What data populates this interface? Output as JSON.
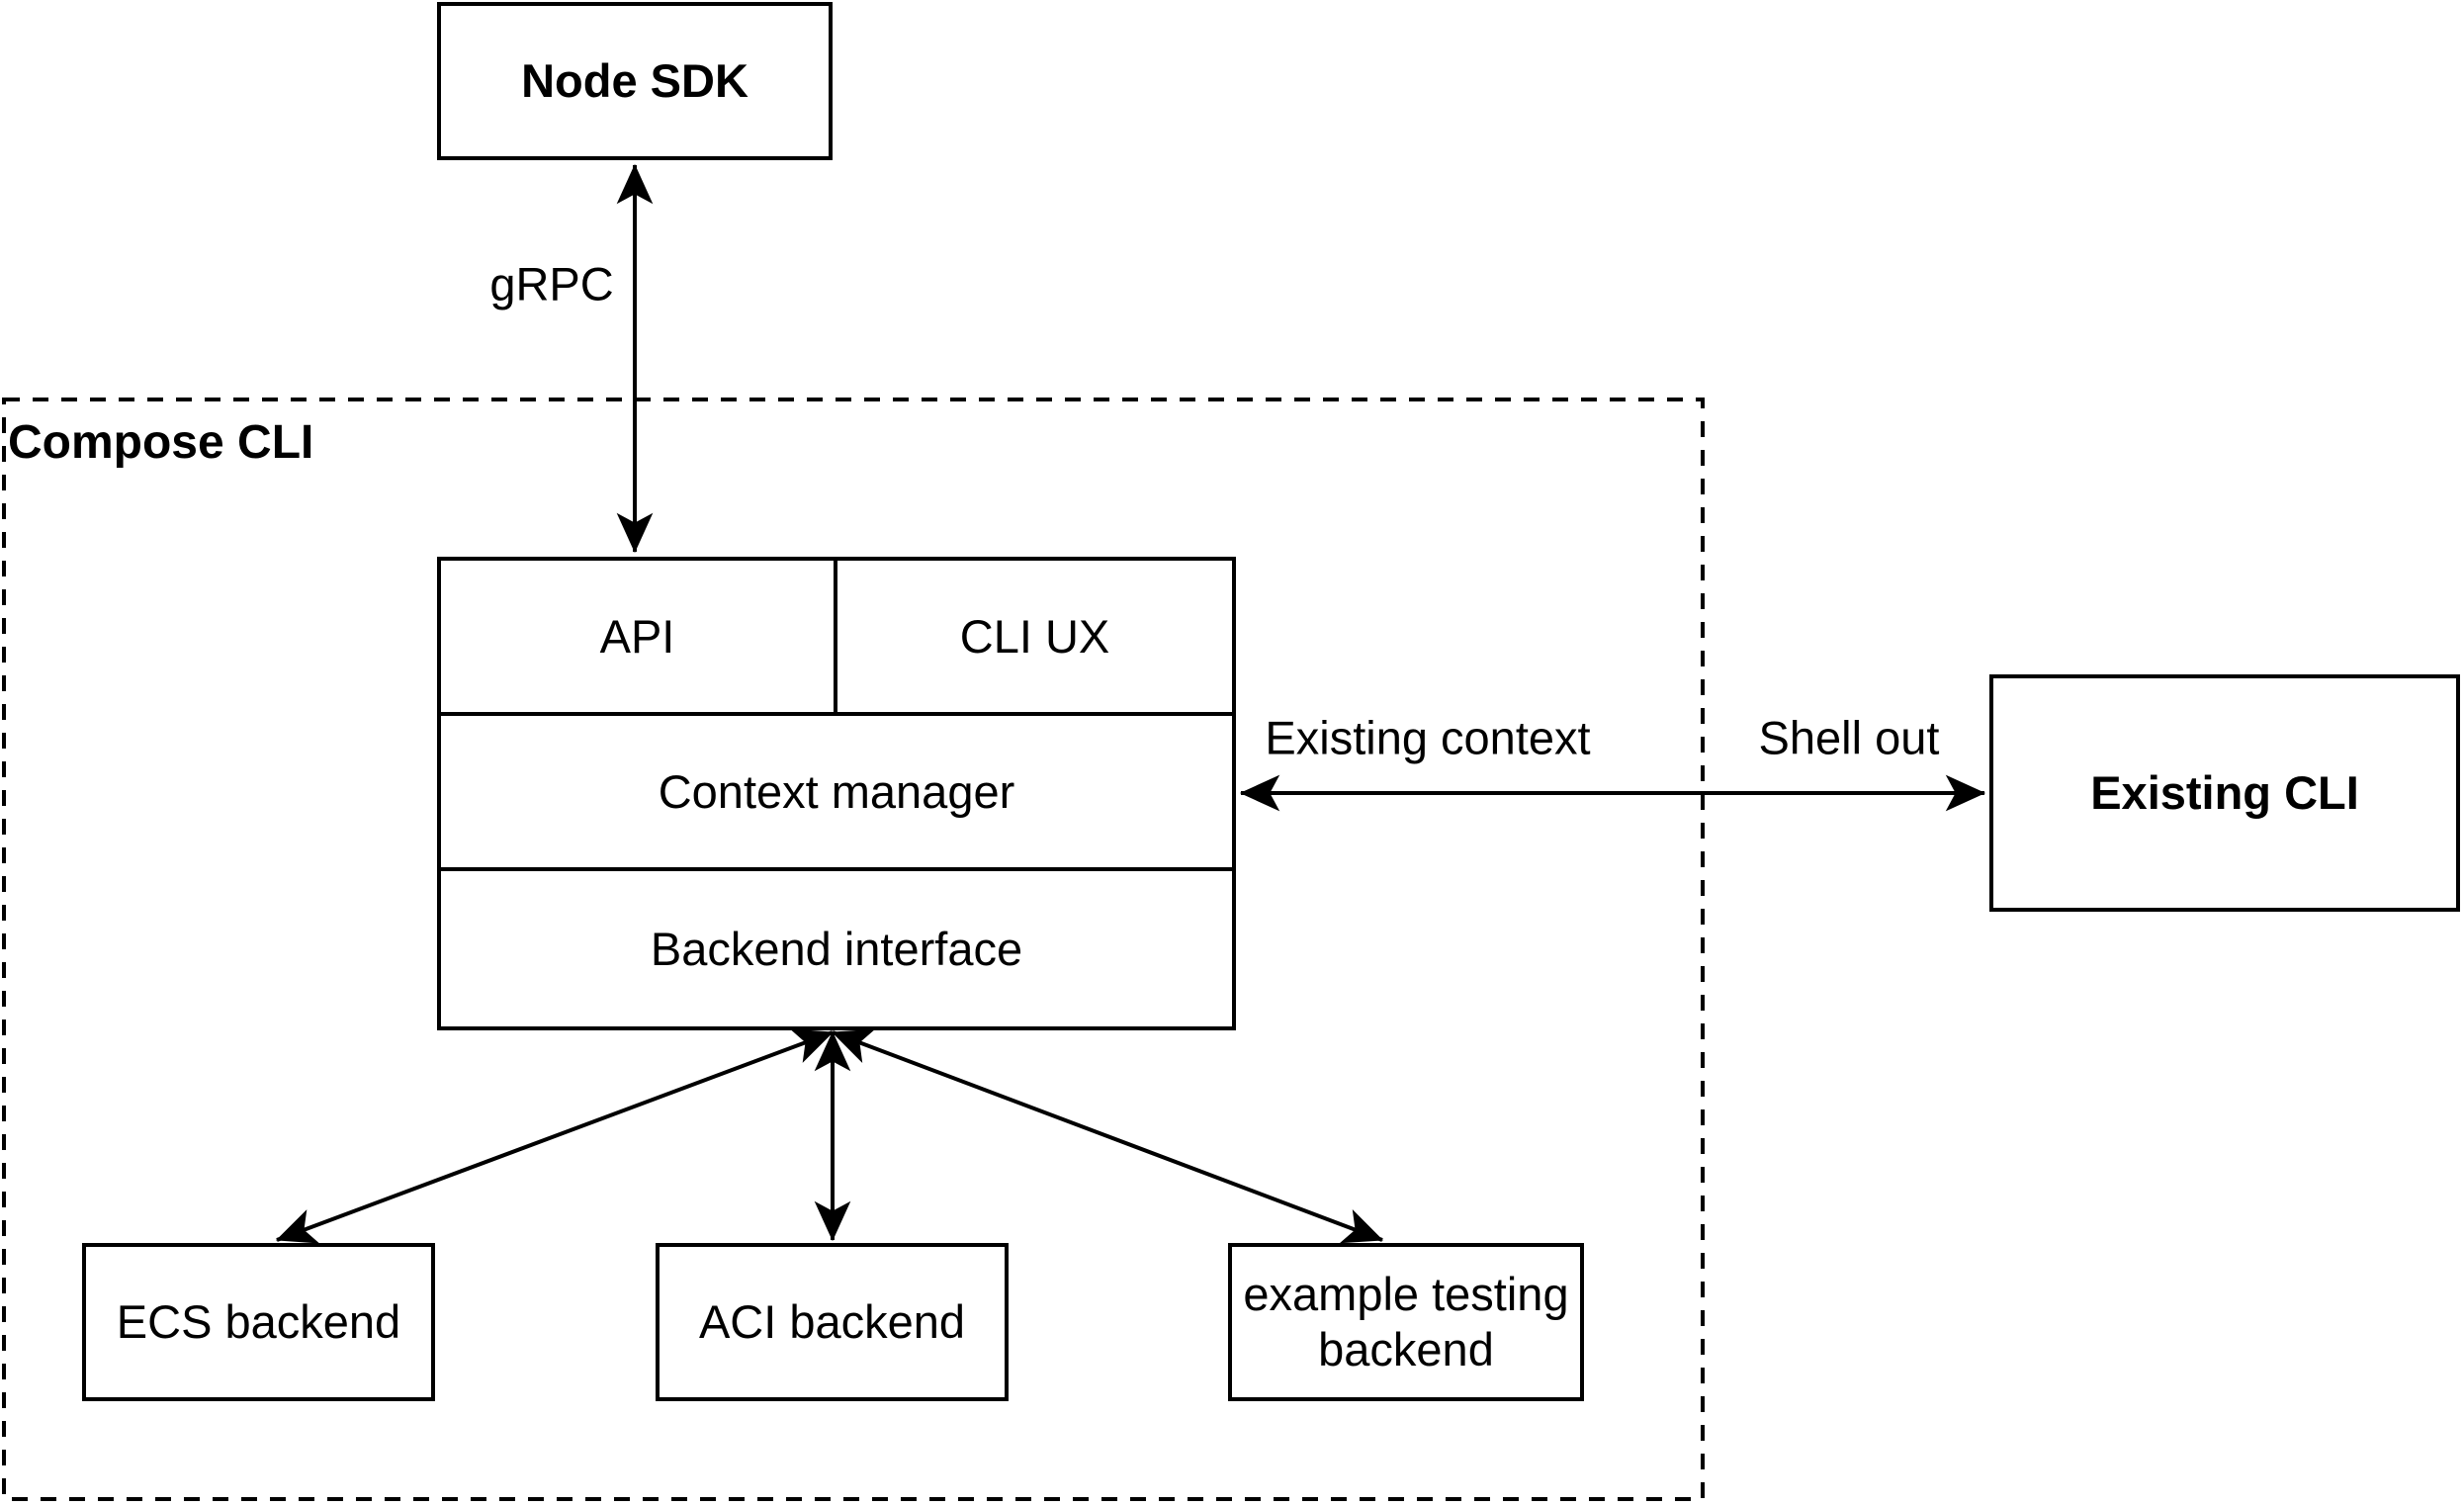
{
  "diagram": {
    "colors": {
      "background": "#ffffff",
      "stroke": "#000000",
      "text": "#000000"
    },
    "nodes": {
      "node_sdk": "Node SDK",
      "compose_cli": "Compose CLI",
      "api": "API",
      "cli_ux": "CLI UX",
      "context_manager": "Context manager",
      "backend_interface": "Backend interface",
      "existing_cli": "Existing CLI",
      "ecs_backend": "ECS backend",
      "aci_backend": "ACI backend",
      "example_testing_backend": "example testing backend"
    },
    "edges": {
      "grpc": "gRPC",
      "existing_context": "Existing context",
      "shell_out": "Shell out"
    }
  }
}
